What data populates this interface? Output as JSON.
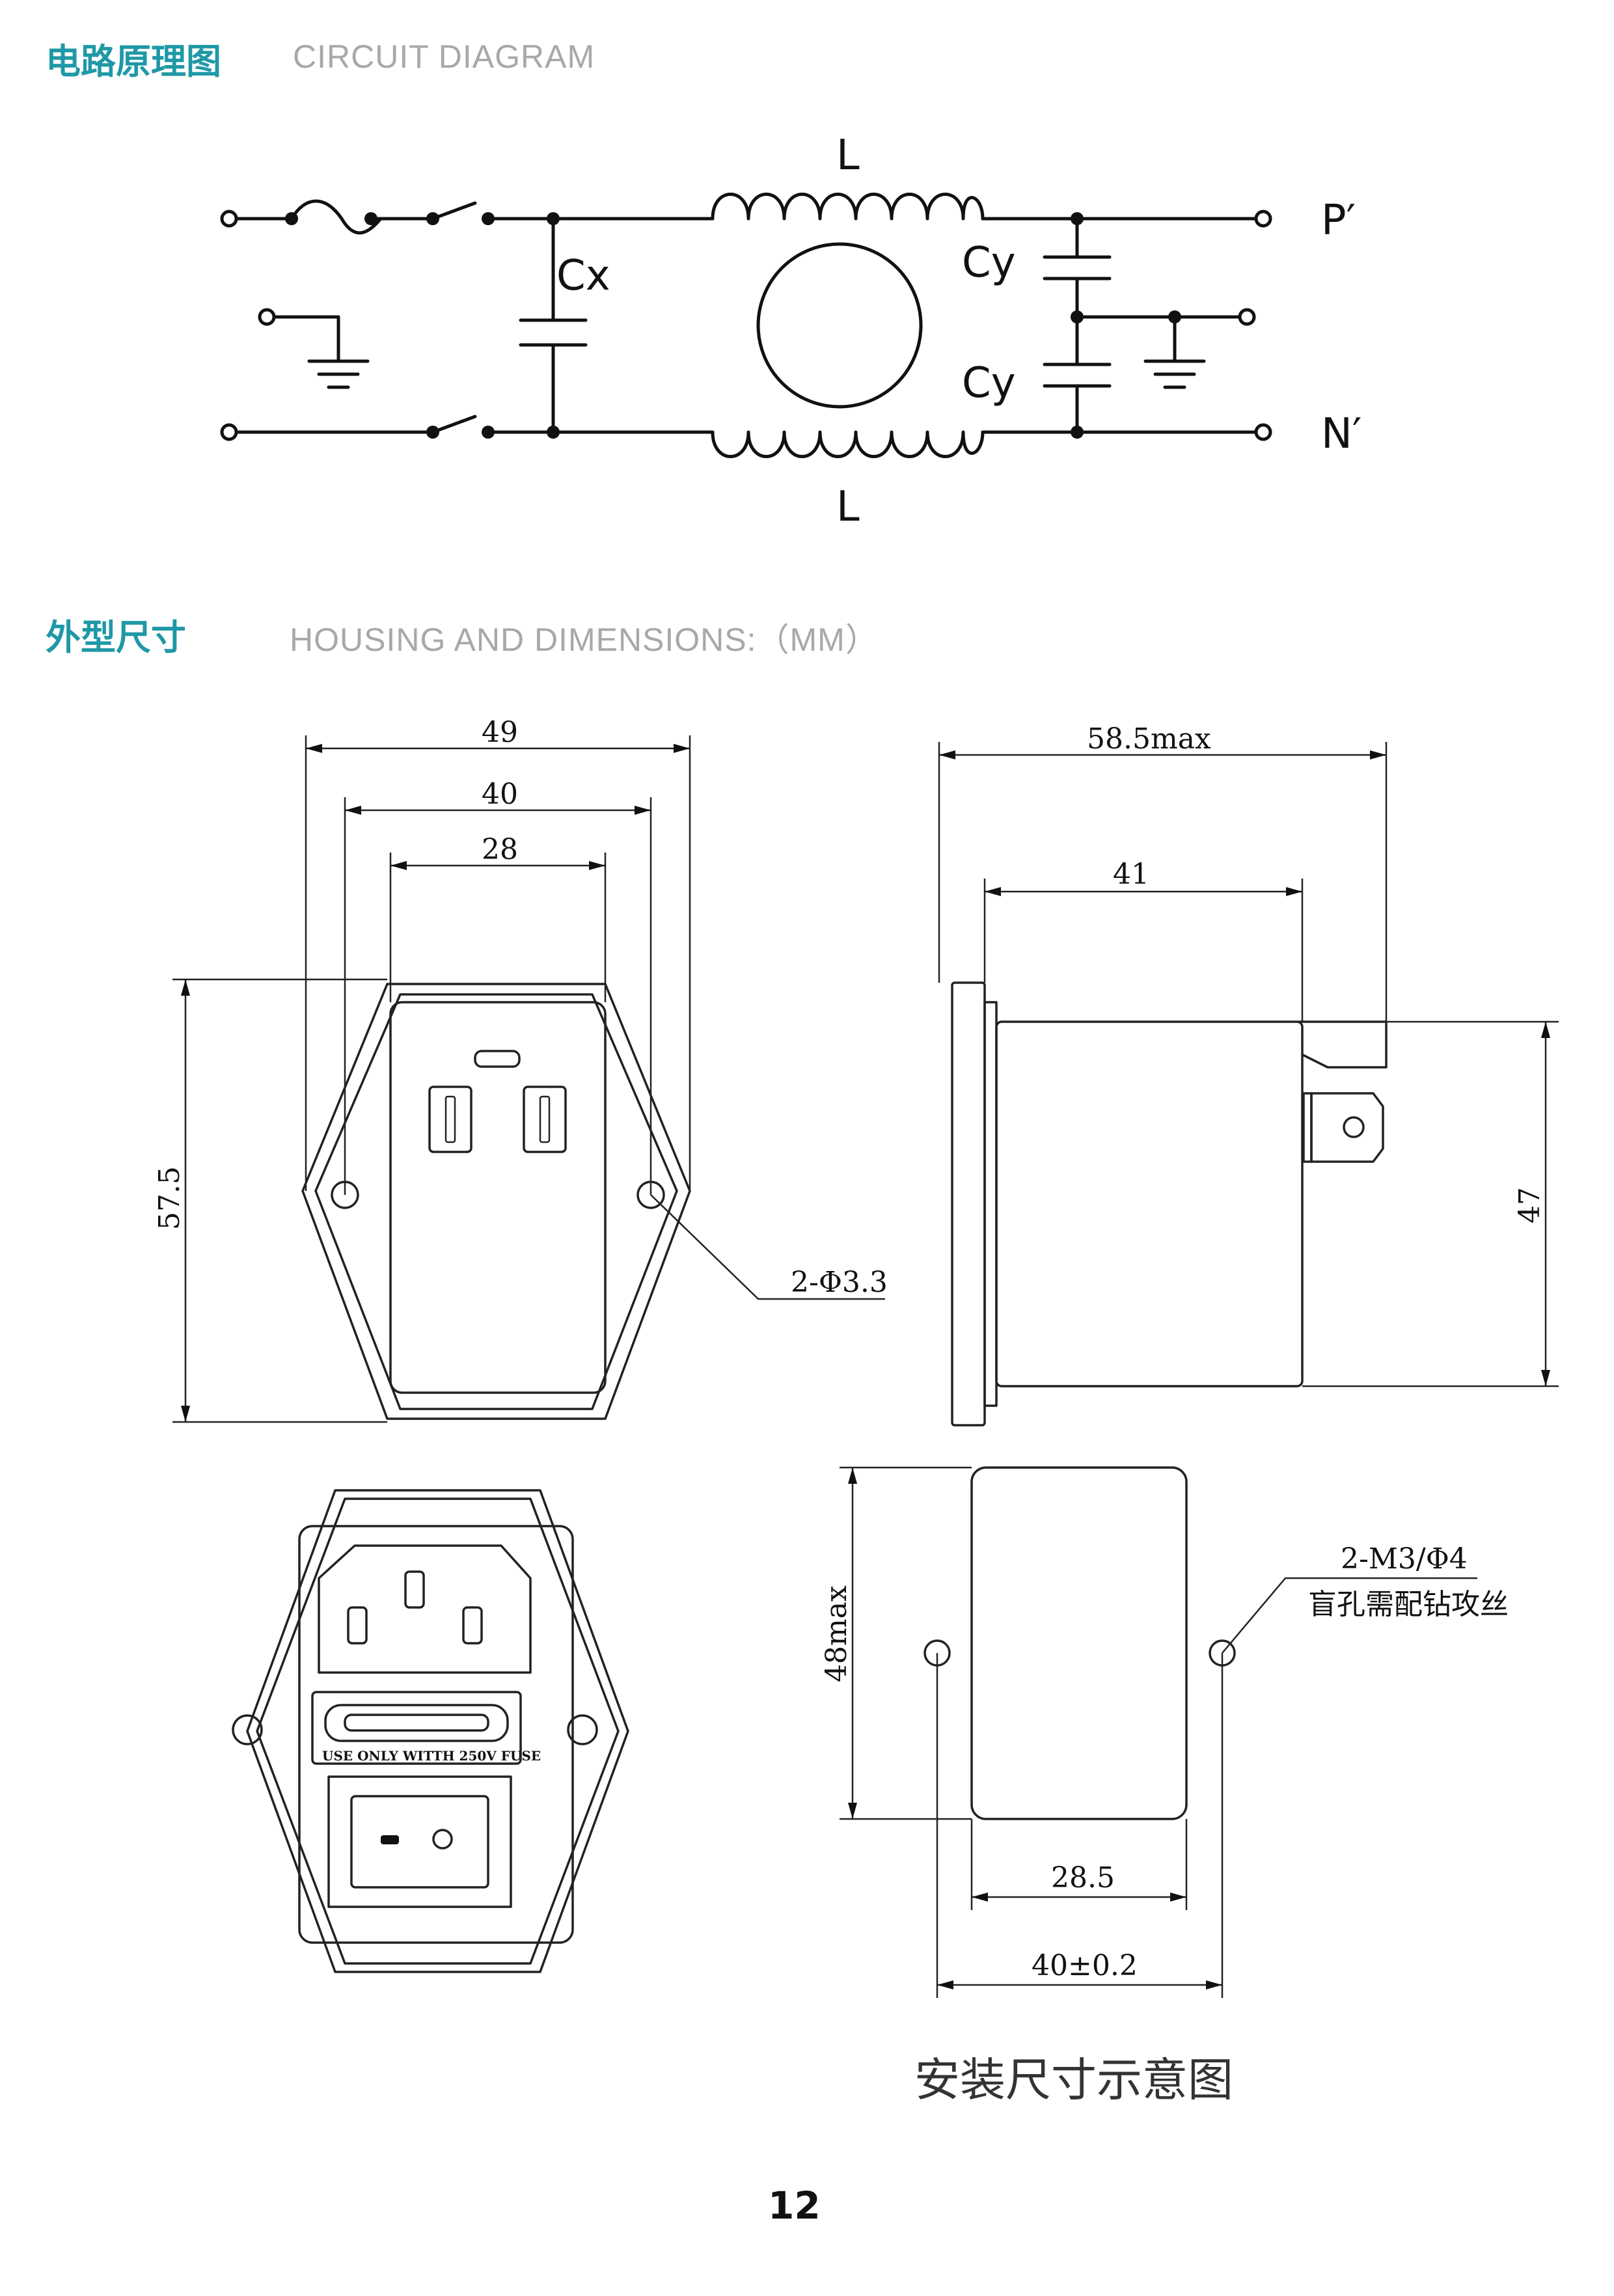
{
  "sections": {
    "circuit": {
      "title": "电路原理图",
      "subtitle": "CIRCUIT DIAGRAM"
    },
    "housing": {
      "title": "外型尺寸",
      "subtitle": "HOUSING AND DIMENSIONS:（MM）"
    }
  },
  "circuit_labels": {
    "inductor_top": "L",
    "inductor_bottom": "L",
    "cx": "Cx",
    "cy_top": "Cy",
    "cy_bottom": "Cy",
    "out_p": "P′",
    "out_n": "N′"
  },
  "dimensions": {
    "front_width_total": "49",
    "front_width_holes": "40",
    "front_width_inner": "28",
    "front_height": "57.5",
    "hole_note": "2-Φ3.3",
    "side_length_max": "58.5max",
    "side_body": "41",
    "side_height": "47",
    "cutout_height": "48max",
    "cutout_width": "28.5",
    "cutout_hole_spacing": "40±0.2",
    "cutout_note_line1": "2-M3/Φ4",
    "cutout_note_line2": "盲孔需配钻攻丝"
  },
  "fuse_text": "USE  ONLY  WITTH  250V  FUSE",
  "caption": "安装尺寸示意图",
  "page_number": "12"
}
